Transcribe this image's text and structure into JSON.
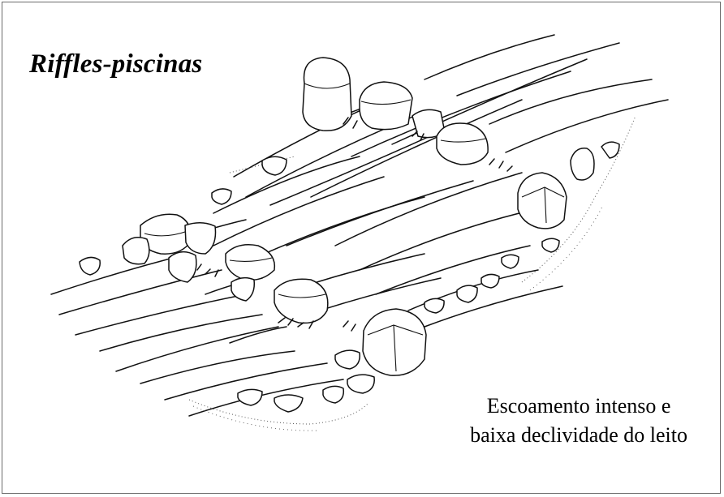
{
  "title": "Riffles-piscinas",
  "caption": {
    "line1": "Escoamento intenso e",
    "line2": "baixa declividade do leito"
  },
  "colors": {
    "background": "#ffffff",
    "ink": "#111111",
    "frame": "#6b6b6b"
  }
}
